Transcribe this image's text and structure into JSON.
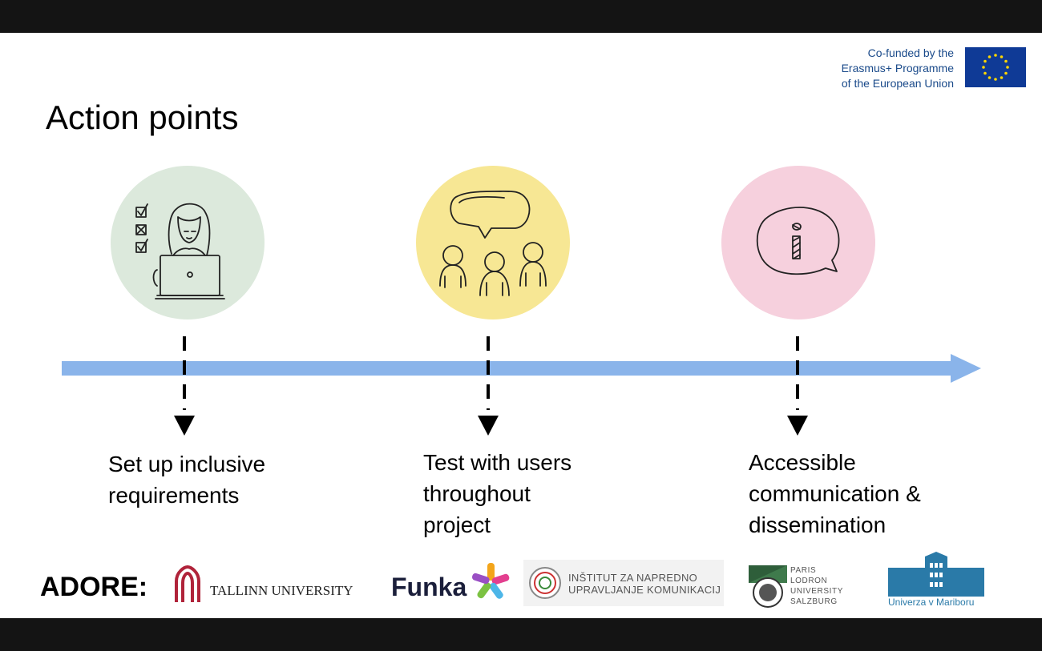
{
  "eu": {
    "line1": "Co-funded by the",
    "line2": "Erasmus+ Programme",
    "line3": "of the European Union",
    "flag_color": "#0f3a96",
    "star_color": "#ffd700"
  },
  "title": "Action points",
  "colors": {
    "timeline_arrow": "#8ab4ea",
    "circle_1": "#dce9dc",
    "circle_2": "#f7e794",
    "circle_3": "#f6d0dd"
  },
  "steps": [
    {
      "icon": "person-laptop-checklist-icon",
      "lines": [
        "Set up inclusive",
        "requirements"
      ]
    },
    {
      "icon": "group-speech-bubble-icon",
      "lines": [
        "Test with users",
        "throughout",
        "project"
      ]
    },
    {
      "icon": "info-speech-bubble-icon",
      "lines": [
        "Accessible",
        "communication &",
        "dissemination"
      ]
    }
  ],
  "footer": {
    "adore_label": "ADORE:",
    "tallinn": "TALLINN UNIVERSITY",
    "funka": "Funka",
    "institut_line1": "INŠTITUT ZA NAPREDNO",
    "institut_line2": "UPRAVLJANJE KOMUNIKACIJ",
    "salzburg_lines": [
      "PARIS",
      "LODRON",
      "UNIVERSITY",
      "SALZBURG"
    ],
    "maribor": "Univerza v Mariboru"
  }
}
